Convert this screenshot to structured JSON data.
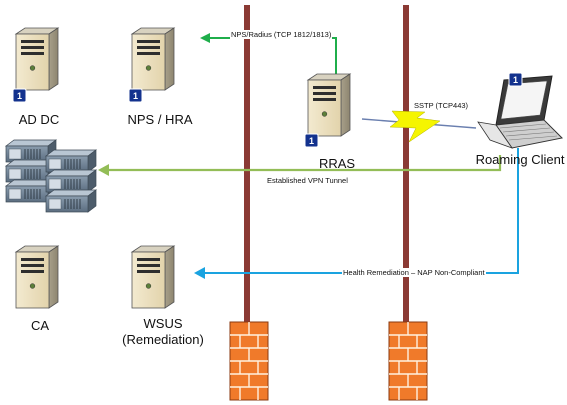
{
  "nodes": {
    "ad_dc": {
      "label": "AD DC",
      "badge": "1"
    },
    "nps_hra": {
      "label": "NPS / HRA",
      "badge": "1"
    },
    "rras": {
      "label": "RRAS",
      "badge": "1"
    },
    "roaming_client": {
      "label": "Roaming Client",
      "badge": "1"
    },
    "ca": {
      "label": "CA"
    },
    "wsus": {
      "label_line1": "WSUS",
      "label_line2": "(Remediation)"
    }
  },
  "edges": {
    "nps_radius": "NPS/Radius (TCP 1812/1813)",
    "sstp": "SSTP (TCP443)",
    "vpn_tunnel": "Established VPN Tunnel",
    "health_remediation": "Health Remediation – NAP Non-Compliant"
  },
  "colors": {
    "radius_line": "#1fae4b",
    "vpn_line": "#93bd57",
    "remediation_line": "#1aa3e0",
    "sstp_line": "#6a7faf",
    "sstp_bolt": "#f5f500",
    "firewall_pole": "#8b3a34",
    "firewall_brick": "#f07a2a",
    "badge": "#13328e"
  },
  "icons": [
    "server-icon",
    "server-rack-icon",
    "laptop-icon",
    "firewall-icon",
    "badge-icon"
  ]
}
